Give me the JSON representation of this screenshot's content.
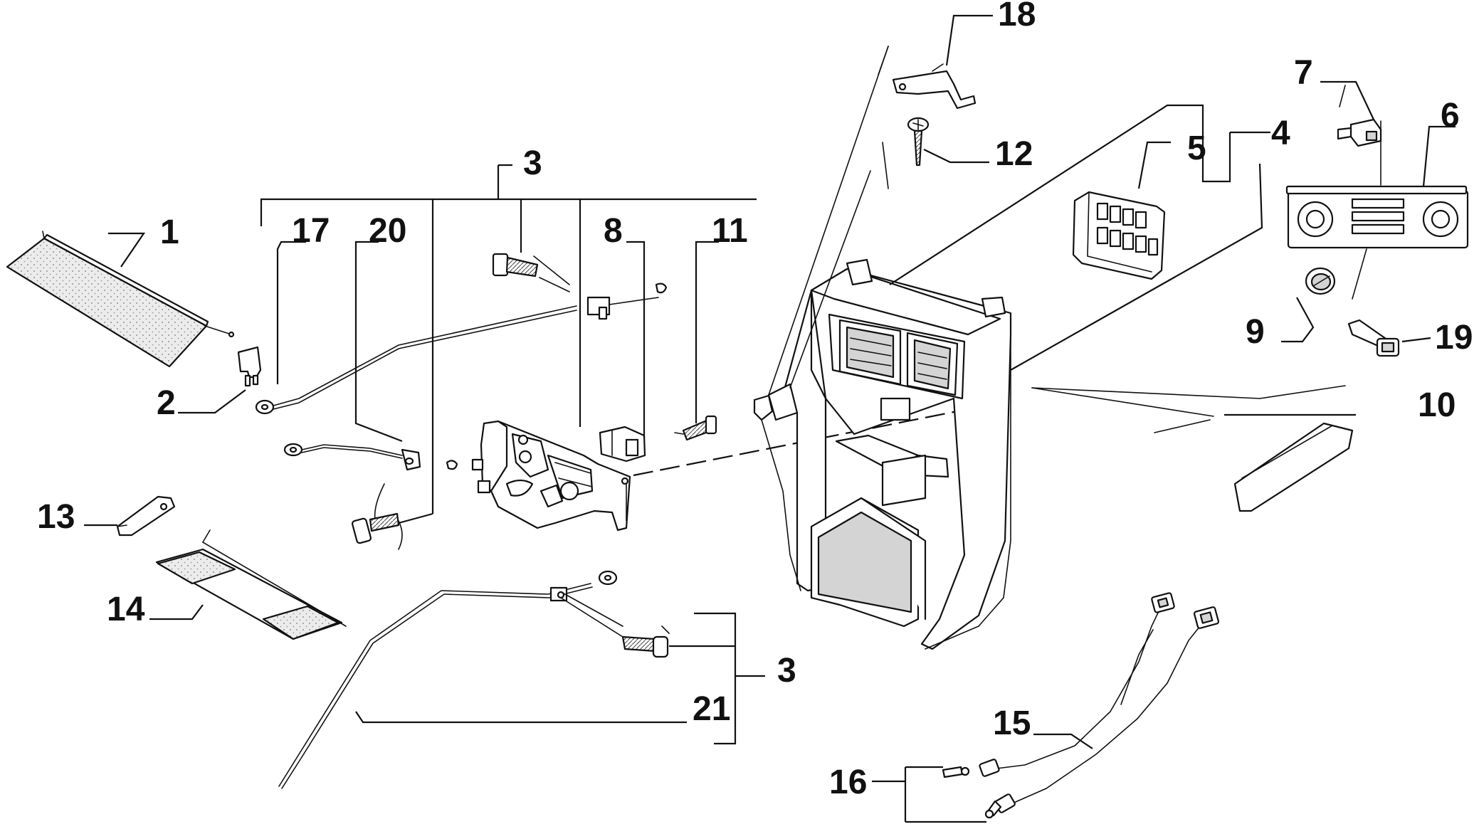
{
  "callouts": {
    "c1": "1",
    "c2": "2",
    "c3_top": "3",
    "c3_bottom": "3",
    "c4": "4",
    "c5": "5",
    "c6": "6",
    "c7": "7",
    "c8": "8",
    "c9": "9",
    "c10": "10",
    "c11": "11",
    "c12": "12",
    "c13": "13",
    "c14": "14",
    "c15": "15",
    "c16": "16",
    "c17": "17",
    "c18": "18",
    "c19": "19",
    "c20": "20",
    "c21": "21"
  }
}
